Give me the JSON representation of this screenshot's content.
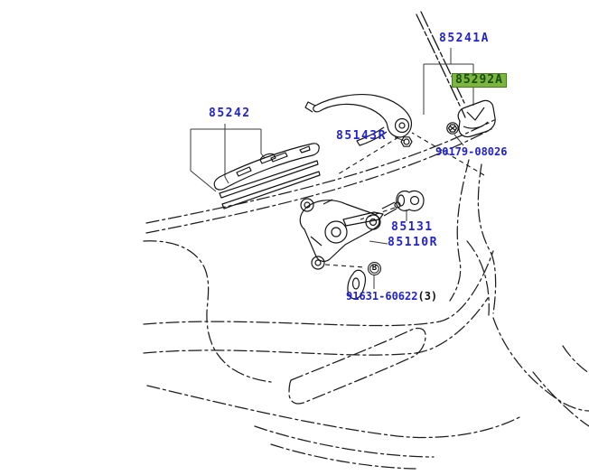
{
  "diagram": {
    "type": "parts-exploded-diagram",
    "subject": "rear wiper arm, blade and motor on tailgate",
    "colors": {
      "label_blue": "#2222CF",
      "highlight_background": "#7DB53F",
      "highlight_border": "#467A1E",
      "highlight_text": "#17500E",
      "lineart": "#1a1a1a"
    },
    "labels": [
      {
        "part_no": "85241A",
        "text": "85241A",
        "highlighted": false
      },
      {
        "part_no": "85292A",
        "text": "85292A",
        "highlighted": true
      },
      {
        "part_no": "85242",
        "text": "85242",
        "highlighted": false
      },
      {
        "part_no": "85143R",
        "text": "85143R",
        "highlighted": false
      },
      {
        "part_no": "90179-08026",
        "text": "90179-08026",
        "highlighted": false
      },
      {
        "part_no": "85131",
        "text": "85131",
        "highlighted": false
      },
      {
        "part_no": "85110R",
        "text": "85110R",
        "highlighted": false
      },
      {
        "part_no": "91631-60622",
        "text": "91631-60622",
        "suffix": "(3)",
        "highlighted": false
      }
    ],
    "callout": {
      "label": "B"
    }
  }
}
